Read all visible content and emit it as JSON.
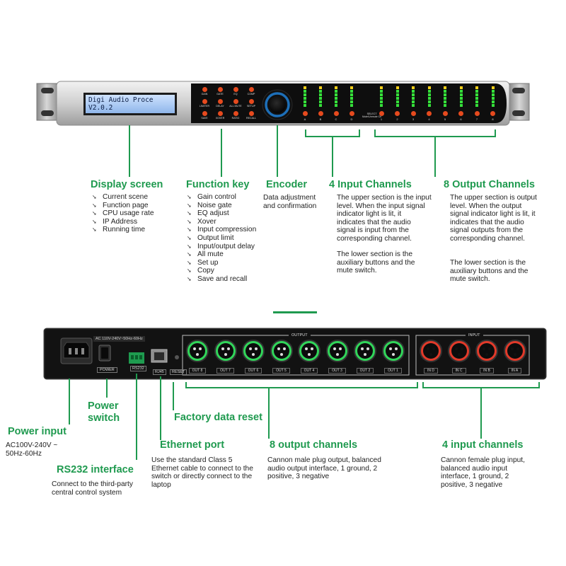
{
  "front": {
    "lcd_line1": "Digi Audio Proce",
    "lcd_line2": "V2.0.2",
    "fkeys": [
      "GAIN",
      "GATE",
      "EQ",
      "COMP",
      "LIMITER",
      "DELAY",
      "ALL MUTE",
      "SETUP",
      "SAVE",
      "XOVER",
      "RATIO",
      "RECALL"
    ],
    "input_letters": [
      "A",
      "B",
      "C",
      "D"
    ],
    "output_numbers": [
      "1",
      "2",
      "3",
      "4",
      "5",
      "6",
      "7",
      "8"
    ],
    "select_label": "SELECT",
    "mute_label": "Mute/Unmute Ch"
  },
  "callouts_front": {
    "display": {
      "title": "Display screen",
      "items": [
        "Current scene",
        "Function page",
        "CPU usage rate",
        "IP Address",
        "Running time"
      ]
    },
    "function": {
      "title": "Function key",
      "items": [
        "Gain control",
        "Noise gate",
        "EQ adjust",
        "Xover",
        "Input compression",
        "Output limit",
        "Input/output delay",
        "All mute",
        "Set up",
        "Copy",
        "Save and recall"
      ]
    },
    "encoder": {
      "title": "Encoder",
      "text": "Data adjustment and confirmation"
    },
    "inputs": {
      "title": "4 Input Channels",
      "p1": "The upper section is the input level. When the input signal indicator light is lit, it indicates that the audio signal is input from the corresponding channel.",
      "p2": "The lower section is the auxiliary buttons and the mute switch."
    },
    "outputs": {
      "title": "8 Output Channels",
      "p1": "The upper section is output level. When the output signal indicator light is lit, it indicates that the audio signal outputs from the corresponding channel.",
      "p2": "The lower section is the auxiliary buttons and the mute switch."
    }
  },
  "rear": {
    "voltage_label": "AC 110V-240V~50Hz-60Hz",
    "power_label": "POWER",
    "rs232_label": "RS232",
    "rj45_label": "RJ45",
    "reset_label": "RESET",
    "output_label": "OUTPUT",
    "input_label": "INPUT",
    "out_jacks": [
      "OUT 8",
      "OUT 7",
      "OUT 6",
      "OUT 5",
      "OUT 4",
      "OUT 3",
      "OUT 2",
      "OUT 1"
    ],
    "in_jacks": [
      "IN D",
      "IN C",
      "IN B",
      "IN A"
    ]
  },
  "callouts_rear": {
    "power_switch": {
      "title_1": "Power",
      "title_2": "switch"
    },
    "power_input": {
      "title": "Power input",
      "line1": "AC100V-240V ~",
      "line2": "50Hz-60Hz"
    },
    "rs232": {
      "title": "RS232 interface",
      "text": "Connect to the third-party central control system"
    },
    "factory_reset": {
      "title": "Factory data reset"
    },
    "ethernet": {
      "title": "Ethernet port",
      "text": "Use the standard Class 5 Ethernet cable to connect to the switch or directly connect to the laptop"
    },
    "out8": {
      "title": "8 output channels",
      "text": "Cannon male plug output, balanced audio output interface, 1 ground, 2 positive, 3 negative"
    },
    "in4": {
      "title": "4 input channels",
      "text": "Cannon female plug input, balanced audio input interface, 1 ground, 2 positive, 3 negative"
    }
  },
  "colors": {
    "accent": "#1f9a4f",
    "knob": "#1d6fb8",
    "meter_green": "#35e03a",
    "led_red": "#e64a1e",
    "xlr_green": "#31d65a",
    "xlr_red": "#e23a2a"
  }
}
